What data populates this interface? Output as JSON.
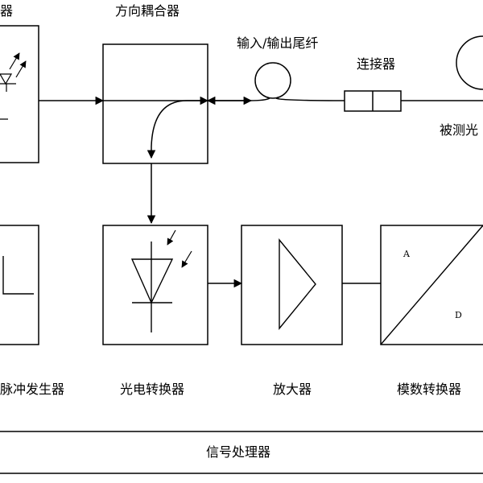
{
  "labels": {
    "laser": "器",
    "coupler": "方向耦合器",
    "pigtail": "输入/输出尾纤",
    "connector": "连接器",
    "fiber_under_test": "被测光",
    "pulse_generator": "脉冲发生器",
    "photodetector": "光电转换器",
    "amplifier": "放大器",
    "adc": "模数转换器",
    "adc_a": "A",
    "adc_d": "D",
    "signal_processor": "信号处理器"
  }
}
